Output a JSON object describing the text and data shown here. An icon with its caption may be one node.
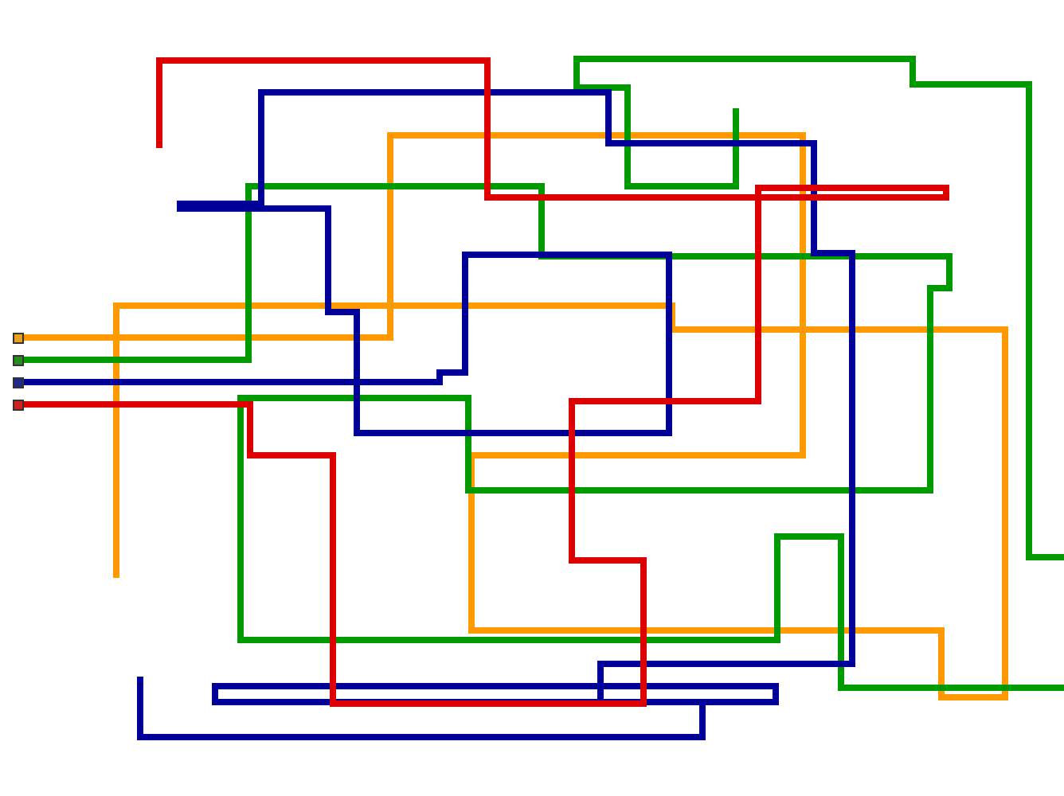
{
  "diagram": {
    "nodes": [
      {
        "text": [],
        "shape": "box"
      },
      {
        "text": [],
        "shape": "box"
      },
      {
        "text": [],
        "shape": "box"
      },
      {
        "text": [],
        "shape": "box"
      }
    ],
    "edges": [
      {
        "from": 0,
        "to": null,
        "arrow": "none",
        "color": "#ff9900"
      },
      {
        "from": 1,
        "to": null,
        "arrow": "none",
        "color": "#009900"
      },
      {
        "from": 2,
        "to": null,
        "arrow": "none",
        "color": "#000099"
      },
      {
        "from": 3,
        "to": null,
        "arrow": "none",
        "color": "#dd0000"
      }
    ]
  }
}
